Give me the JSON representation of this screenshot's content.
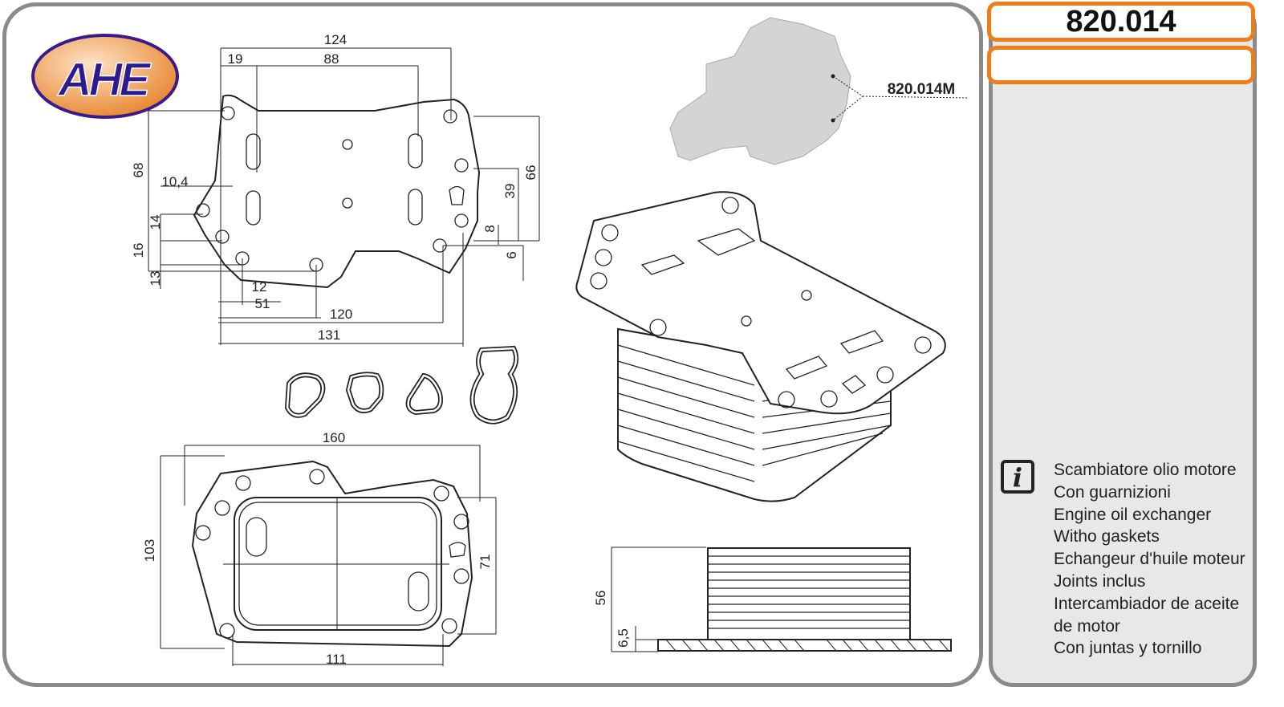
{
  "header": {
    "part_number": "820.014",
    "secondary_code": ""
  },
  "logo": {
    "text": "AHE",
    "colors": {
      "outline": "#3a1a8c",
      "fill": "#f29a4a",
      "letters": "#2e1a8e"
    }
  },
  "accent_color": "#f07d1a",
  "engine_callout": {
    "label": "820.014M"
  },
  "top_view_dimensions": {
    "d124": "124",
    "d19": "19",
    "d88": "88",
    "d68": "68",
    "d10_4": "10,4",
    "d14": "14",
    "d16": "16",
    "d13": "13",
    "d12": "12",
    "d51": "51",
    "d120": "120",
    "d131": "131",
    "d66": "66",
    "d39": "39",
    "d8": "8",
    "d6": "6"
  },
  "bottom_view_dimensions": {
    "d160": "160",
    "d103": "103",
    "d71": "71",
    "d111": "111"
  },
  "side_view_dimensions": {
    "d56": "56",
    "d6_5": "6,5"
  },
  "description": {
    "icon": "info-icon",
    "icon_glyph": "i",
    "lines": [
      "Scambiatore olio motore",
      "Con guarnizioni",
      "Engine oil exchanger",
      "Witho gaskets",
      "Echangeur d'huile moteur",
      "Joints inclus",
      "Intercambiador de aceite",
      "de motor",
      "Con juntas y tornillo"
    ]
  }
}
